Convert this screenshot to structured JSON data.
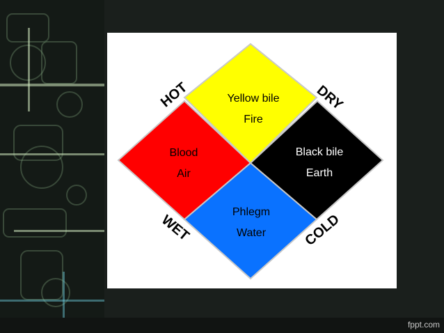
{
  "watermark": "fppt.com",
  "diagram": {
    "corners": {
      "top_left": "HOT",
      "top_right": "DRY",
      "bottom_left": "WET",
      "bottom_right": "COLD"
    },
    "quadrants": {
      "top": {
        "line1": "Yellow bile",
        "line2": "Fire",
        "color": "#ffff00"
      },
      "left": {
        "line1": "Blood",
        "line2": "Air",
        "color": "#ff0000"
      },
      "right": {
        "line1": "Black bile",
        "line2": "Earth",
        "color": "#000000"
      },
      "bottom": {
        "line1": "Phlegm",
        "line2": "Water",
        "color": "#0a72ff"
      }
    }
  }
}
